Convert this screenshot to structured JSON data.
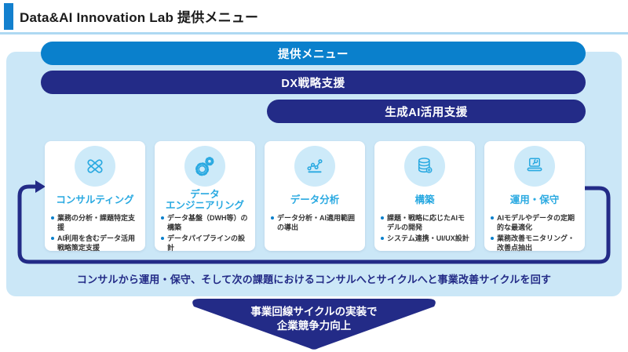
{
  "colors": {
    "navy": "#232b87",
    "blue": "#0a80cc",
    "cyan": "#29a9e1",
    "panel_bg": "#cbe7f7",
    "icon_circle_bg": "#cdeaf9",
    "header_accent": "#1380ce"
  },
  "header": {
    "title": "Data&AI Innovation Lab 提供メニュー"
  },
  "menu_bars": [
    {
      "label": "提供メニュー"
    },
    {
      "label": "DX戦略支援"
    },
    {
      "label": "生成AI活用支援"
    }
  ],
  "cards": [
    {
      "icon": "handshake-icon",
      "title": "コンサルティング",
      "bullets": [
        "業務の分析・課題特定支援",
        "AI利用を含むデータ活用戦略策定支援"
      ]
    },
    {
      "icon": "gears-icon",
      "title": "データ\nエンジニアリング",
      "bullets": [
        "データ基盤（DWH等）の構築",
        "データパイプラインの設計"
      ]
    },
    {
      "icon": "line-chart-icon",
      "title": "データ分析",
      "bullets": [
        "データ分析・AI適用範囲の導出"
      ]
    },
    {
      "icon": "database-icon",
      "title": "構築",
      "bullets": [
        "課題・戦略に応じたAIモデルの開発",
        "システム連携・UI/UX設計"
      ]
    },
    {
      "icon": "laptop-wrench-icon",
      "title": "運用・保守",
      "bullets": [
        "AIモデルやデータの定期的な最適化",
        "業務改善モニタリング・改善点抽出"
      ]
    }
  ],
  "cycle_caption": "コンサルから運用・保守、そして次の課題におけるコンサルへとサイクルへと事業改善サイクルを回す",
  "bottom_arrow": {
    "line1": "事業回線サイクルの実装で",
    "line2": "企業競争力向上"
  }
}
